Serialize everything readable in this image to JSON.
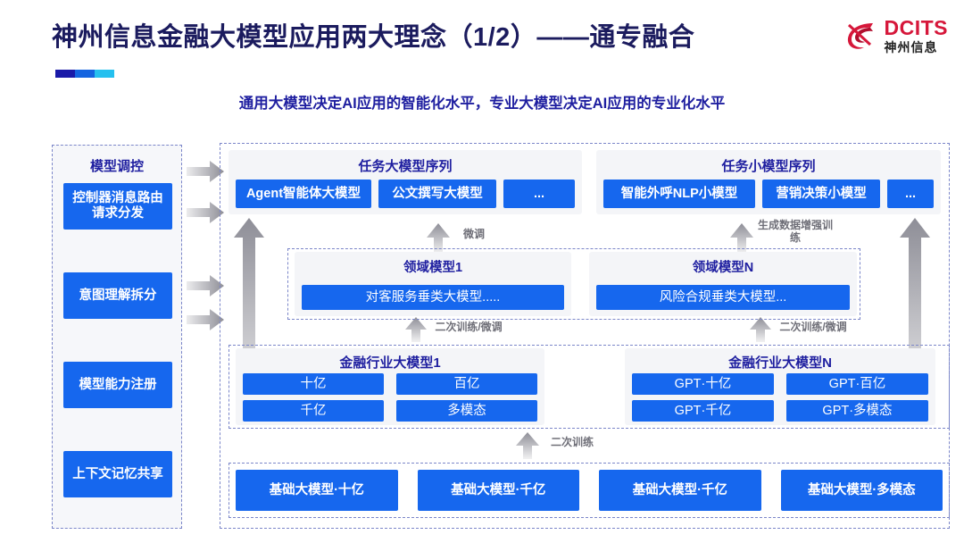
{
  "header": {
    "title": "神州信息金融大模型应用两大理念（1/2）——通专融合",
    "subtitle": "通用大模型决定AI应用的智能化水平，专业大模型决定AI应用的专业化水平",
    "logo_en": "DCITS",
    "logo_cn": "神州信息",
    "accent_colors": [
      "#1a1aa8",
      "#1464e0",
      "#25c0ef"
    ]
  },
  "colors": {
    "brand_blue": "#1667ee",
    "title_navy": "#1b1b5e",
    "subtitle_blue": "#1f1fa0",
    "logo_red": "#d6173a",
    "dashed_border": "#7b86c9",
    "panel_bg": "#f4f5f8",
    "arrow_gray": "#9a9aa2"
  },
  "sidebar": {
    "title": "模型调控",
    "items": [
      {
        "label": "控制器消息路由请求分发"
      },
      {
        "label": "意图理解拆分"
      },
      {
        "label": "模型能力注册"
      },
      {
        "label": "上下文记忆共享"
      }
    ]
  },
  "task_layer": {
    "left": {
      "header": "任务大模型序列",
      "items": [
        "Agent智能体大模型",
        "公文撰写大模型",
        "..."
      ]
    },
    "right": {
      "header": "任务小模型序列",
      "items": [
        "智能外呼NLP小模型",
        "营销决策小模型",
        "..."
      ]
    }
  },
  "domain_layer": {
    "left": {
      "header": "领域模型1",
      "item": "对客服务垂类大模型....."
    },
    "right": {
      "header": "领域模型N",
      "item": "风险合规垂类大模型..."
    }
  },
  "industry_layer": {
    "left": {
      "header": "金融行业大模型1",
      "items": [
        "十亿",
        "百亿",
        "千亿",
        "多模态"
      ]
    },
    "right": {
      "header": "金融行业大模型N",
      "items": [
        "GPT·十亿",
        "GPT·百亿",
        "GPT·千亿",
        "GPT·多模态"
      ]
    }
  },
  "base_layer": {
    "items": [
      "基础大模型·十亿",
      "基础大模型·千亿",
      "基础大模型·千亿",
      "基础大模型·多模态"
    ]
  },
  "arrow_labels": {
    "fine_tune": "微调",
    "data_aug": "生成数据增强训练",
    "retrain_tune_left": "二次训练/微调",
    "retrain_tune_right": "二次训练/微调",
    "retrain": "二次训练"
  }
}
